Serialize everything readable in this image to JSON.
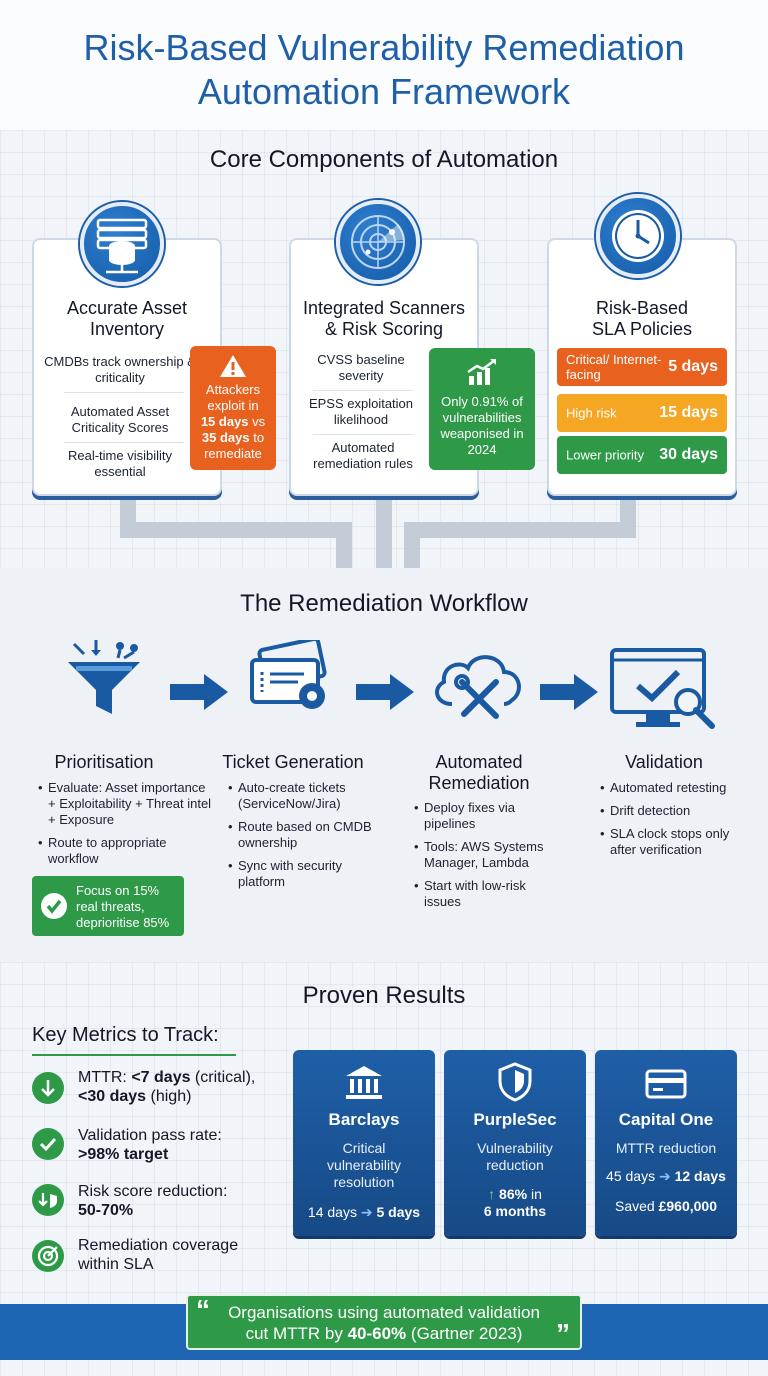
{
  "header": {
    "title_line1": "Risk-Based Vulnerability Remediation",
    "title_line2": "Automation Framework"
  },
  "core": {
    "title": "Core Components of Automation",
    "cards": [
      {
        "icon": "database-server-icon",
        "title_line1": "Accurate Asset",
        "title_line2": "Inventory",
        "items": [
          "CMDBs track ownership & criticality",
          "Automated Asset Criticality Scores",
          "Real-time visibility essential"
        ],
        "callout": {
          "icon": "warning-icon",
          "pre": "Attackers exploit in",
          "hl1": "15 days",
          "mid": " vs ",
          "hl2": "35 days",
          "post": " to remediate",
          "color": "#e8611f"
        }
      },
      {
        "icon": "radar-icon",
        "title_line1": "Integrated Scanners",
        "title_line2": "& Risk Scoring",
        "items": [
          "CVSS baseline severity",
          "EPSS exploitation likelihood",
          "Automated remediation rules"
        ],
        "callout": {
          "icon": "trend-chart-icon",
          "text": "Only 0.91% of vulnerabilities weaponised in 2024",
          "color": "#2e9a47"
        }
      },
      {
        "icon": "clock-icon",
        "title_line1": "Risk-Based",
        "title_line2": "SLA Policies",
        "sla": [
          {
            "label": "Critical/ Internet-facing",
            "value": "5 days",
            "color": "#e8611f"
          },
          {
            "label": "High risk",
            "value": "15 days",
            "color": "#f5a623"
          },
          {
            "label": "Lower priority",
            "value": "30 days",
            "color": "#2e9a47"
          }
        ]
      }
    ]
  },
  "workflow": {
    "title": "The Remediation Workflow",
    "steps": [
      {
        "icon": "funnel-icon",
        "title": "Prioritisation",
        "items": [
          "Evaluate: Asset importance + Exploitability + Threat intel + Exposure",
          "Route to appropriate workflow"
        ]
      },
      {
        "icon": "ticket-gear-icon",
        "title": "Ticket Generation",
        "items": [
          "Auto-create tickets (ServiceNow/Jira)",
          "Route based on CMDB ownership",
          "Sync with security platform"
        ]
      },
      {
        "icon": "cloud-tools-icon",
        "title_line1": "Automated",
        "title_line2": "Remediation",
        "items": [
          "Deploy fixes via pipelines",
          "Tools: AWS Systems Manager, Lambda",
          "Start with low-risk issues"
        ]
      },
      {
        "icon": "monitor-check-icon",
        "title": "Validation",
        "items": [
          "Automated retesting",
          "Drift detection",
          "SLA clock stops only after verification"
        ]
      }
    ],
    "focus_callout": {
      "icon": "check-circle-icon",
      "text": "Focus on 15% real threats, deprioritise 85%"
    }
  },
  "results": {
    "title": "Proven Results",
    "metrics_title": "Key Metrics to Track:",
    "metrics": [
      {
        "icon": "arrow-down-icon",
        "l1a": "MTTR: ",
        "l1b": "<7 days",
        "l1c": " (critical),",
        "l2a": "<30 days",
        "l2b": " (high)"
      },
      {
        "icon": "check-icon",
        "l1a": "Validation pass rate:",
        "l2a": ">98% target"
      },
      {
        "icon": "shield-down-icon",
        "l1a": "Risk score reduction:",
        "l2a": "50-70%"
      },
      {
        "icon": "target-icon",
        "l1a": "Remediation coverage",
        "l2a": "within SLA"
      }
    ],
    "cases": [
      {
        "icon": "bank-icon",
        "name": "Barclays",
        "desc": "Critical vulnerability resolution",
        "from": "14 days",
        "to": "5 days"
      },
      {
        "icon": "shield-icon",
        "name": "PurpleSec",
        "desc": "Vulnerability reduction",
        "res1": "86%",
        "res1b": " in",
        "res2": "6 months"
      },
      {
        "icon": "credit-card-icon",
        "name": "Capital One",
        "desc": "MTTR reduction",
        "from": "45 days",
        "to": "12 days",
        "saved_pre": "Saved ",
        "saved": "£960,000"
      }
    ],
    "quote": {
      "line1": "Organisations using automated validation",
      "line2a": "cut MTTR by ",
      "line2b": "40-60%",
      "line2c": " (Gartner 2023)"
    }
  }
}
